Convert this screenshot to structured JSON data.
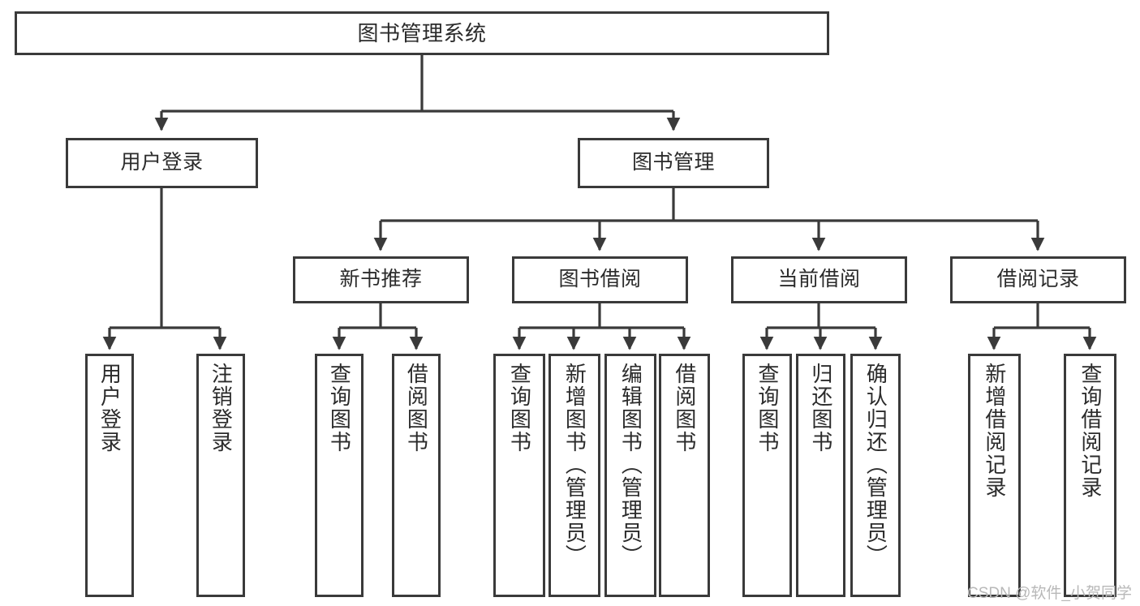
{
  "diagram": {
    "type": "tree-hierarchy",
    "title": "图书管理系统",
    "watermark": "CSDN @软件_小贺同学",
    "theme": {
      "background": "#ffffff",
      "stroke": "#3a3a3a",
      "text": "#2b2b2b",
      "watermark_color": "#b8b8b8"
    },
    "levels": {
      "root": {
        "id": "root",
        "label": "图书管理系统"
      },
      "level2": [
        {
          "id": "user-login",
          "label": "用户登录"
        },
        {
          "id": "book-management",
          "label": "图书管理"
        }
      ],
      "level3": [
        {
          "id": "new-book-recommend",
          "label": "新书推荐",
          "parent": "book-management"
        },
        {
          "id": "book-borrow",
          "label": "图书借阅",
          "parent": "book-management"
        },
        {
          "id": "current-borrow",
          "label": "当前借阅",
          "parent": "book-management"
        },
        {
          "id": "borrow-record",
          "label": "借阅记录",
          "parent": "book-management"
        }
      ],
      "leaves": {
        "user-login": [
          {
            "id": "leaf-user-login",
            "label": "用户登录"
          },
          {
            "id": "leaf-logout",
            "label": "注销登录"
          }
        ],
        "new-book-recommend": [
          {
            "id": "leaf-query-book-1",
            "label": "查询图书"
          },
          {
            "id": "leaf-borrow-book-1",
            "label": "借阅图书"
          }
        ],
        "book-borrow": [
          {
            "id": "leaf-query-book-2",
            "label": "查询图书"
          },
          {
            "id": "leaf-add-book",
            "label": "新增图书（管理员）"
          },
          {
            "id": "leaf-edit-book",
            "label": "编辑图书（管理员）"
          },
          {
            "id": "leaf-borrow-book-2",
            "label": "借阅图书"
          }
        ],
        "current-borrow": [
          {
            "id": "leaf-query-book-3",
            "label": "查询图书"
          },
          {
            "id": "leaf-return-book",
            "label": "归还图书"
          },
          {
            "id": "leaf-confirm-return",
            "label": "确认归还（管理员）"
          }
        ],
        "borrow-record": [
          {
            "id": "leaf-add-record",
            "label": "新增借阅记录"
          },
          {
            "id": "leaf-query-record",
            "label": "查询借阅记录"
          }
        ]
      }
    }
  }
}
